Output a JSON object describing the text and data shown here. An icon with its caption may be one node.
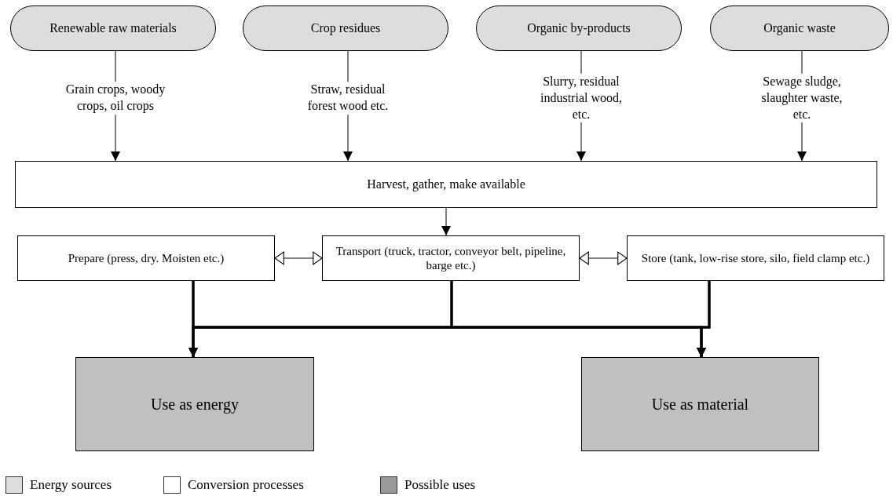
{
  "diagram": {
    "nodes": [
      {
        "text": [
          "Renewable raw materials"
        ]
      },
      {
        "text": [
          "Crop residues"
        ]
      },
      {
        "text": [
          "Organic by-products"
        ]
      },
      {
        "text": [
          "Organic waste"
        ]
      },
      {
        "text": [
          "Harvest, gather, make available"
        ]
      },
      {
        "text": [
          "Prepare (press, dry. Moisten etc.)"
        ]
      },
      {
        "text": [
          "Transport (truck, tractor, conveyor belt, pipeline, barge etc.)"
        ]
      },
      {
        "text": [
          "Store (tank, low-rise store, silo, field clamp etc.)"
        ]
      },
      {
        "text": [
          "Use as energy"
        ]
      },
      {
        "text": [
          "Use as material"
        ]
      }
    ],
    "edges": [
      {
        "from": 0,
        "to": 4,
        "arrow": "to",
        "label": "Grain crops, woody crops, oil crops"
      },
      {
        "from": 1,
        "to": 4,
        "arrow": "to",
        "label": "Straw, residual forest wood etc."
      },
      {
        "from": 2,
        "to": 4,
        "arrow": "to",
        "label": "Slurry, residual industrial wood, etc."
      },
      {
        "from": 3,
        "to": 4,
        "arrow": "to",
        "label": "Sewage sludge, slaughter waste, etc."
      },
      {
        "from": 4,
        "to": 6,
        "arrow": "to"
      },
      {
        "from": 5,
        "to": 6,
        "arrow": "both"
      },
      {
        "from": 6,
        "to": 7,
        "arrow": "both"
      },
      {
        "from": 5,
        "to": 8,
        "arrow": "to",
        "style": "thick"
      },
      {
        "from": 5,
        "to": 9,
        "arrow": "to",
        "style": "thick"
      },
      {
        "from": 6,
        "to": 8,
        "arrow": "to",
        "style": "thick"
      },
      {
        "from": 6,
        "to": 9,
        "arrow": "to",
        "style": "thick"
      },
      {
        "from": 7,
        "to": 8,
        "arrow": "to",
        "style": "thick"
      },
      {
        "from": 7,
        "to": 9,
        "arrow": "to",
        "style": "thick"
      }
    ],
    "legend": [
      {
        "text": "Energy sources",
        "color": "#dddddd"
      },
      {
        "text": "Conversion processes",
        "color": "#ffffff"
      },
      {
        "text": "Possible uses",
        "color": "#999999"
      }
    ]
  }
}
